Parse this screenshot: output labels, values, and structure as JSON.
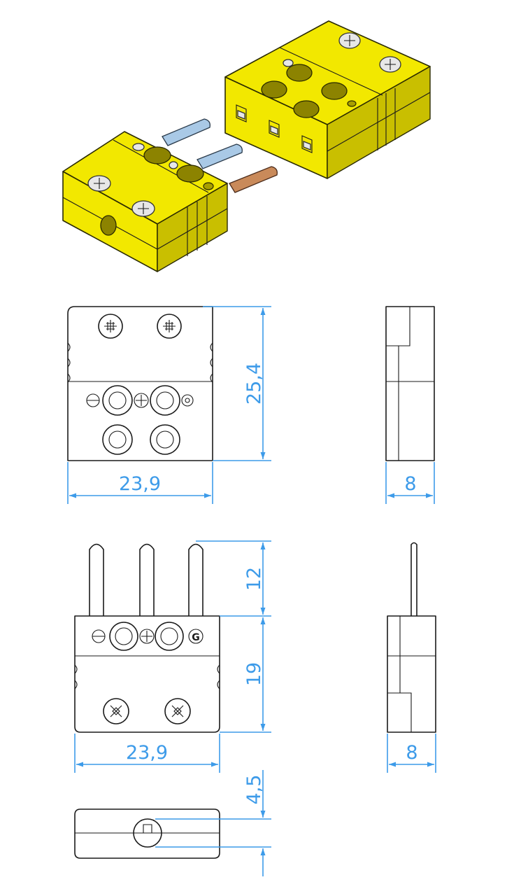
{
  "colors": {
    "dimension": "#3d9be9",
    "connector_body": "#f2e800",
    "pin_positive": "#a9c9e6",
    "pin_negative": "#c98a5a"
  },
  "dimensions": {
    "socket_height": "25,4",
    "socket_width": "23,9",
    "socket_depth": "8",
    "pin_length": "12",
    "plug_height": "19",
    "plug_width": "23,9",
    "plug_depth": "8",
    "cable_hole_offset": "4,5"
  },
  "labels": {
    "ground_mark": "G"
  }
}
